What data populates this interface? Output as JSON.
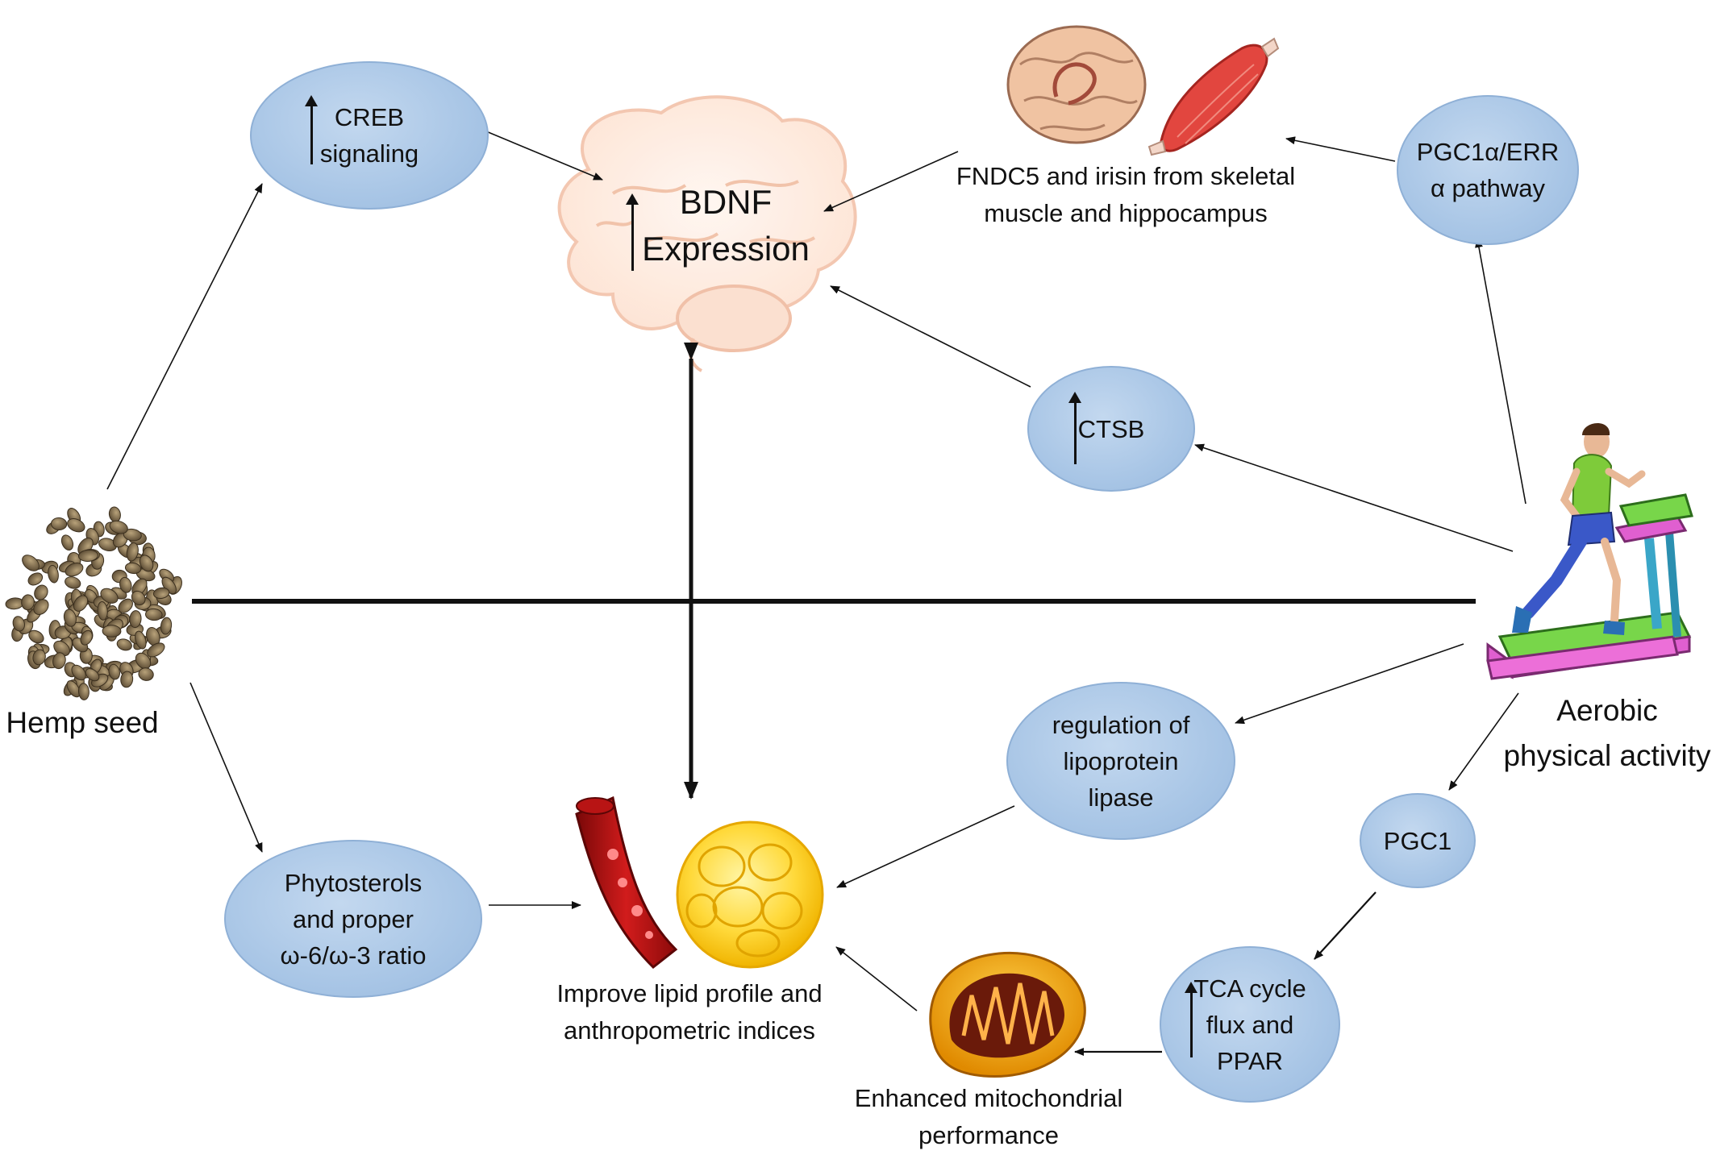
{
  "center": {
    "line1": "BDNF",
    "line2": "Expression"
  },
  "creb": {
    "line1": "CREB",
    "line2": "signaling"
  },
  "ctsb": {
    "line1": "CTSB"
  },
  "pgc1a": {
    "line1": "PGC1α/ERR",
    "line2": "α  pathway"
  },
  "fndc5": {
    "line1": "FNDC5 and irisin  from skeletal",
    "line2": "muscle and hippocampus"
  },
  "hemp": {
    "label": "Hemp seed"
  },
  "aerobic": {
    "line1": "Aerobic",
    "line2": "physical activity"
  },
  "phyto": {
    "line1": "Phytosterols",
    "line2": "and proper",
    "line3": "ω-6/ω-3 ratio"
  },
  "lipoprotein": {
    "line1": "regulation of",
    "line2": "lipoprotein",
    "line3": "lipase"
  },
  "pgc1": {
    "line1": "PGC1"
  },
  "tca": {
    "line1": "TCA cycle",
    "line2": "flux  and",
    "line3": "PPAR"
  },
  "lipid": {
    "line1": "Improve lipid profile and",
    "line2": "anthropometric indices"
  },
  "mito": {
    "line1": "Enhanced mitochondrial",
    "line2": "performance"
  }
}
